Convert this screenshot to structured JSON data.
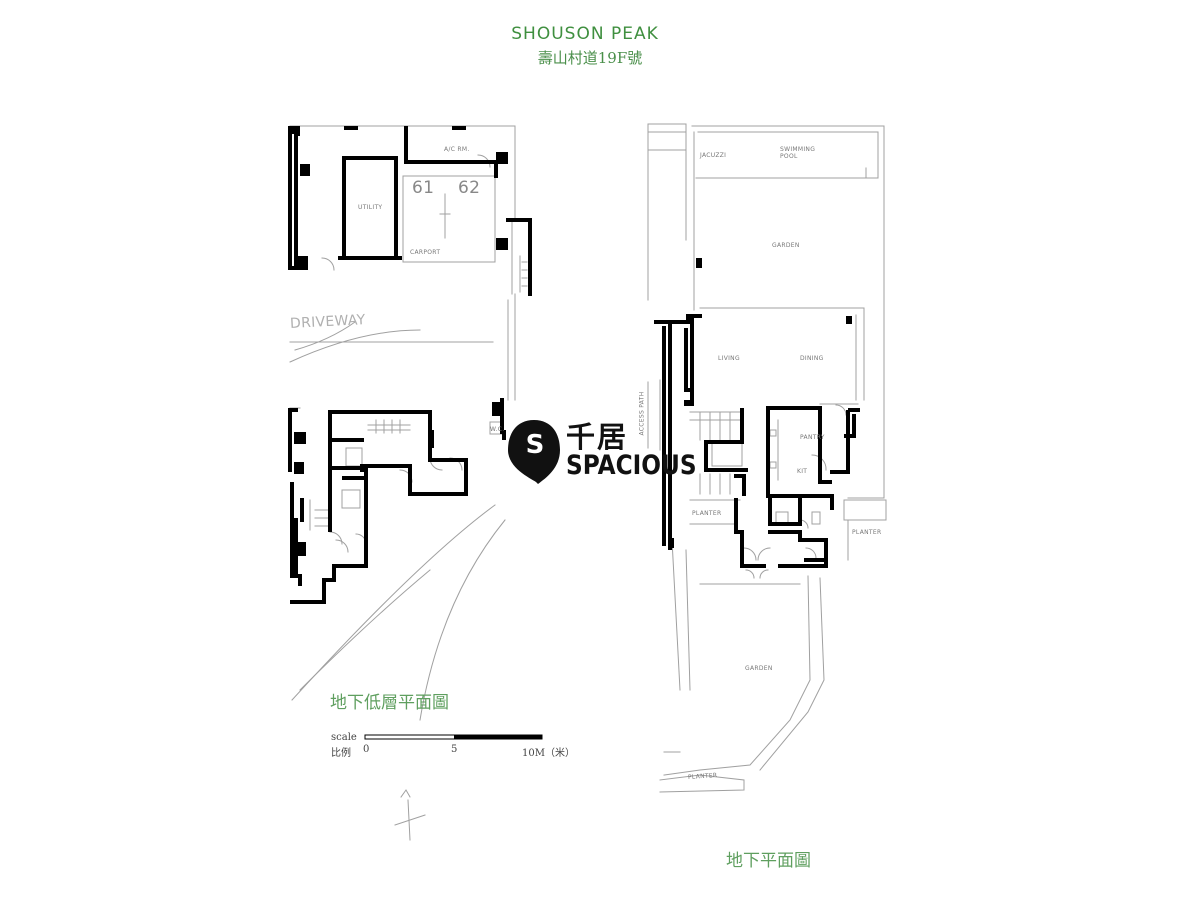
{
  "header": {
    "title_en": "SHOUSON PEAK",
    "title_zh": "壽山村道19F號"
  },
  "logo": {
    "mark": "S",
    "name_zh": "千居",
    "name_en": "SPACIOUS",
    "color": "#111111"
  },
  "plans": [
    {
      "label": "地下低層平面圖"
    },
    {
      "label": "地下平面圖"
    }
  ],
  "scale": {
    "label_en": "scale",
    "label_zh": "比例",
    "ticks": [
      "0",
      "5",
      "10M（米）"
    ]
  },
  "rooms": {
    "acrm": "A/C RM.",
    "utility": "UTILITY",
    "bay61": "61",
    "bay62": "62",
    "carport": "CARPORT",
    "driveway": "DRIVEWAY",
    "jacuzzi": "JACUZZI",
    "swimming_pool": "SWIMMING POOL",
    "garden_top": "GARDEN",
    "living": "LIVING",
    "dining": "DINING",
    "pantry": "PANTRY",
    "kit": "KIT",
    "planter_left": "PLANTER",
    "planter_right": "PLANTER",
    "garden_bottom": "GARDEN",
    "planter_bottom": "PLANTER",
    "wc": "W.C.",
    "access_path": "ACCESS PATH"
  },
  "colors": {
    "title_green": "#3f8f3f",
    "label_green": "#5f9f5f",
    "wall": "#000000",
    "thin_line": "#9a9a9a"
  }
}
